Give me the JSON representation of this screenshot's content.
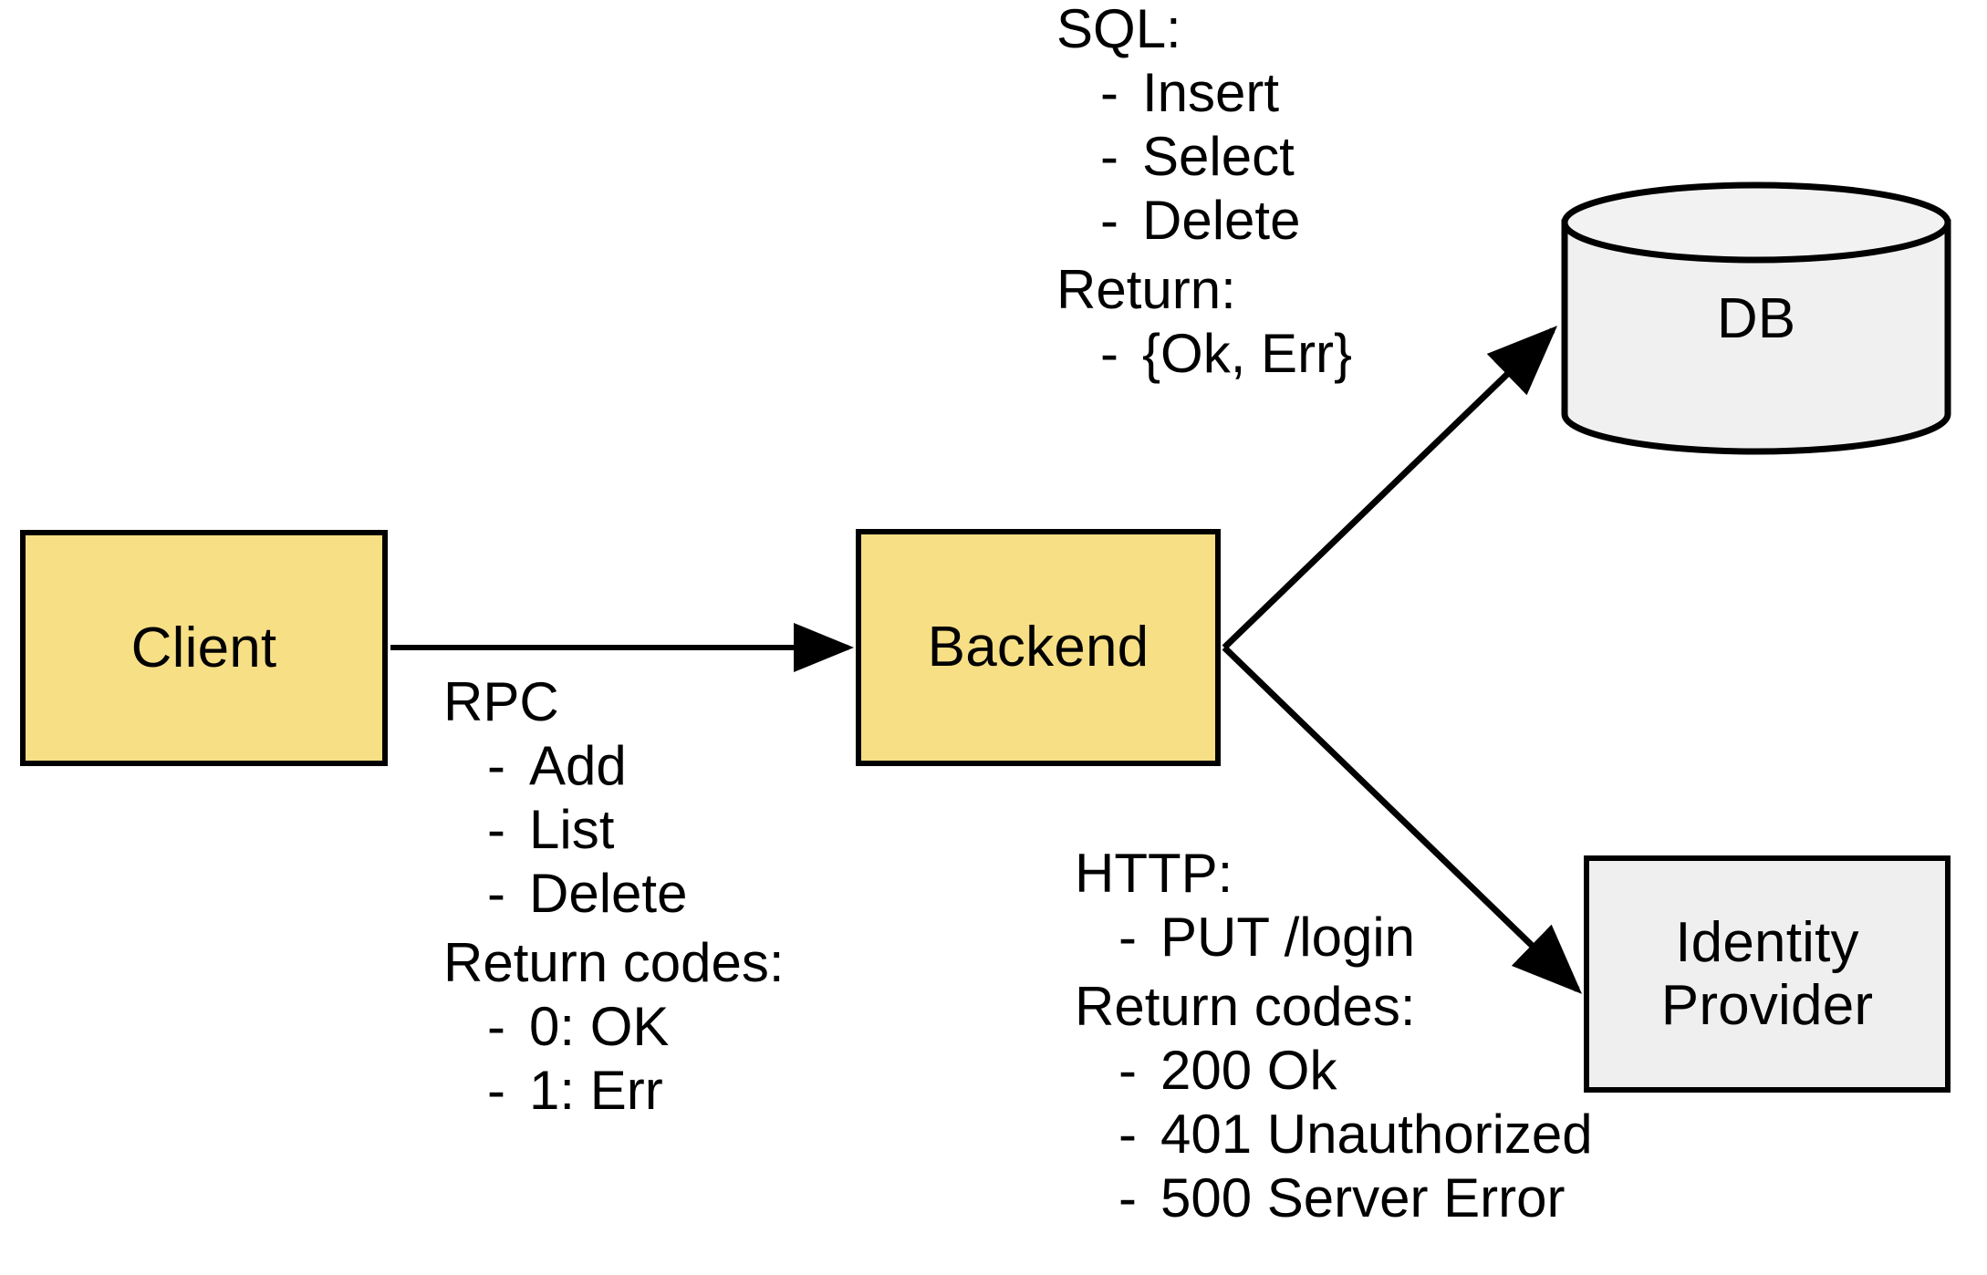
{
  "diagram": {
    "title_visible": false,
    "colors": {
      "node_fill_yellow": "#F7DF86",
      "node_fill_gray": "#EFEFEF",
      "db_fill_gray": "#F0F0F0",
      "stroke": "#000000",
      "background": "#FFFFFF"
    }
  },
  "nodes": {
    "client": {
      "label": "Client",
      "shape": "rectangle",
      "fill": "#F7DF86"
    },
    "backend": {
      "label": "Backend",
      "shape": "rectangle",
      "fill": "#F7DF86"
    },
    "db": {
      "label": "DB",
      "shape": "cylinder",
      "fill": "#F0F0F0"
    },
    "identity_provider": {
      "label": "Identity\nProvider",
      "shape": "rectangle",
      "fill": "#EFEFEF"
    }
  },
  "edges": [
    {
      "from": "client",
      "to": "backend",
      "protocol": "RPC",
      "arrow": "single"
    },
    {
      "from": "backend",
      "to": "db",
      "protocol": "SQL",
      "arrow": "single"
    },
    {
      "from": "backend",
      "to": "identity_provider",
      "protocol": "HTTP",
      "arrow": "single"
    }
  ],
  "annotations": {
    "sql": {
      "heading": "SQL:",
      "items": [
        "Insert",
        "Select",
        "Delete"
      ],
      "return_heading": "Return:",
      "return_items": [
        "{Ok, Err}"
      ]
    },
    "rpc": {
      "heading": "RPC",
      "items": [
        "Add",
        "List",
        "Delete"
      ],
      "return_heading": "Return codes:",
      "return_items": [
        "0: OK",
        "1: Err"
      ]
    },
    "http": {
      "heading": "HTTP:",
      "items": [
        "PUT /login"
      ],
      "return_heading": "Return codes:",
      "return_items": [
        "200 Ok",
        "401 Unauthorized",
        "500 Server Error"
      ]
    }
  },
  "bullet": "-"
}
